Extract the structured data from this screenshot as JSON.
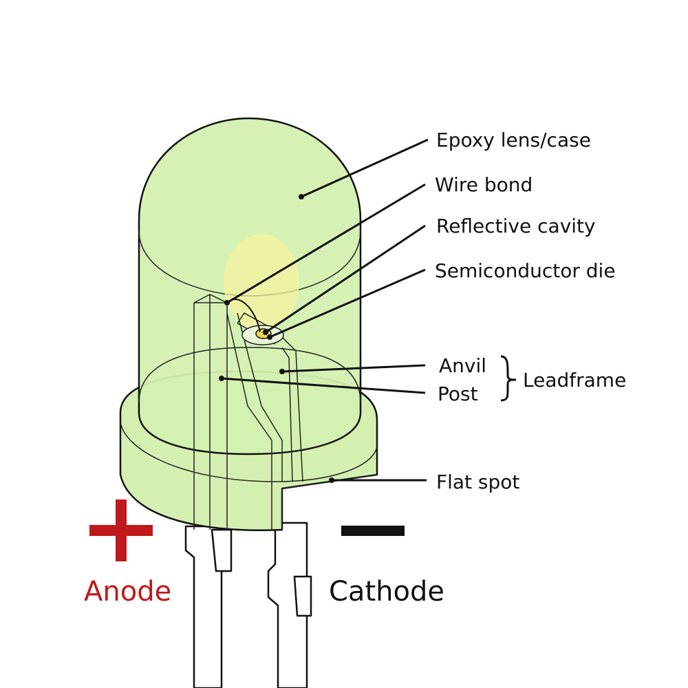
{
  "labels": {
    "epoxy": "Epoxy lens/case",
    "wire_bond": "Wire bond",
    "cavity": "Reflective cavity",
    "die": "Semiconductor die",
    "anvil": "Anvil",
    "post": "Post",
    "leadframe": "Leadframe",
    "flat_spot": "Flat spot",
    "anode": "Anode",
    "cathode": "Cathode"
  },
  "colors": {
    "epoxy_fill": "#d3f0b0",
    "glow": "#f6f2a0",
    "die": "#e8d84a",
    "anode": "#c0191c",
    "cathode": "#111111"
  },
  "symbols": {
    "anode": "plus-sign",
    "cathode": "minus-sign"
  }
}
